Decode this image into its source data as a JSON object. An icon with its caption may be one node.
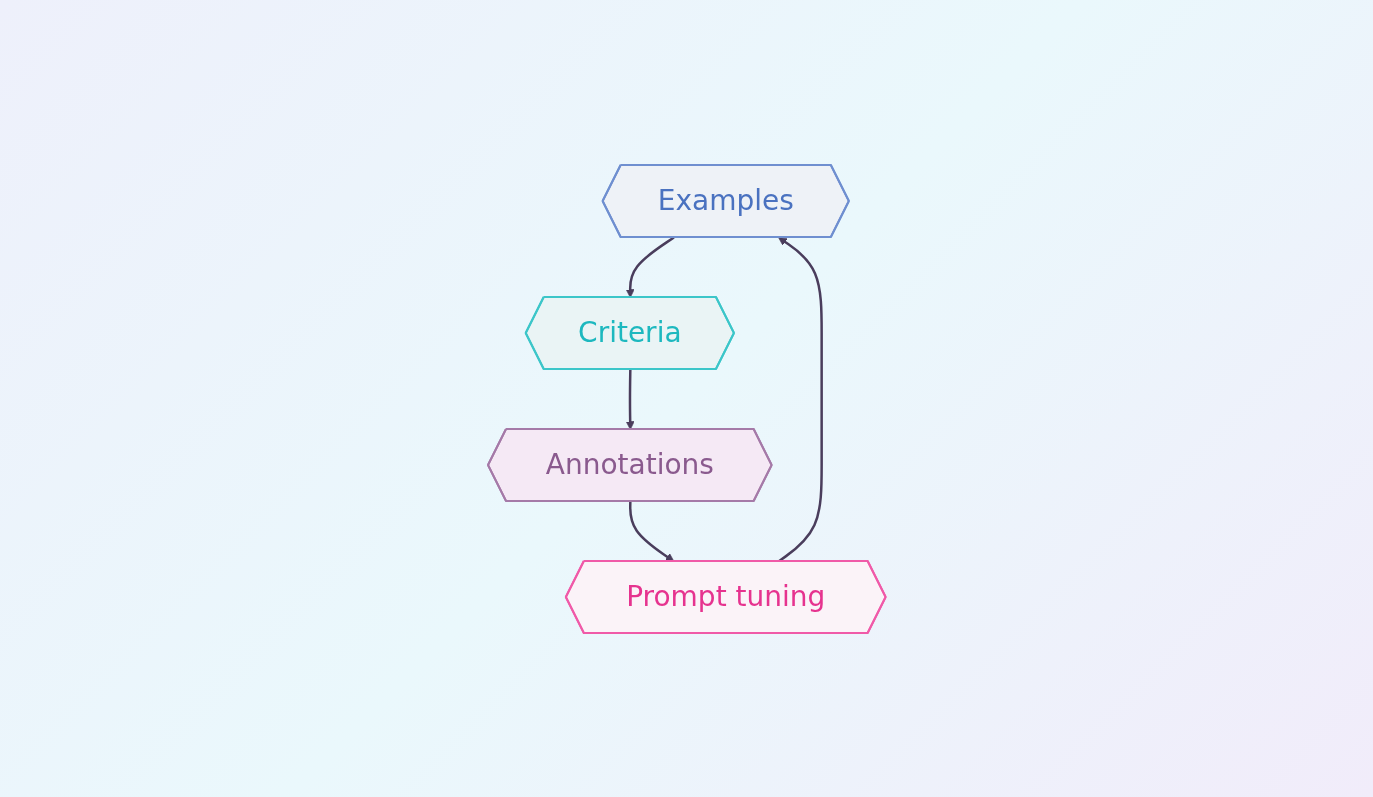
{
  "diagram": {
    "nodes": [
      {
        "text": [
          "Examples"
        ]
      },
      {
        "text": [
          "Prompt tuning"
        ]
      },
      {
        "text": [
          "Criteria"
        ]
      },
      {
        "text": [
          "Annotations"
        ]
      }
    ],
    "edges": [
      {
        "from": 1,
        "to": 0,
        "arrow": "to"
      },
      {
        "from": 0,
        "to": 2,
        "arrow": "to"
      },
      {
        "from": 2,
        "to": 3,
        "arrow": "to"
      },
      {
        "from": 3,
        "to": 1,
        "arrow": "to"
      }
    ]
  }
}
